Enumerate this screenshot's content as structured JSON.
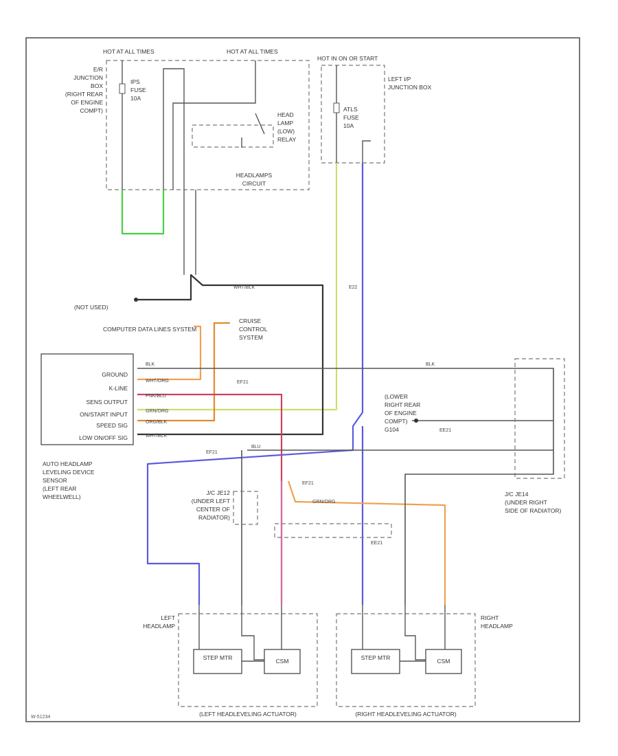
{
  "colors": {
    "black": "#333333",
    "gray": "#555555",
    "green": "#45d045",
    "yellowgreen": "#c8e070",
    "blue": "#5a5ae0",
    "orange": "#f0a050",
    "orange_dark": "#e08a30",
    "red": "#d04060",
    "pink": "#d070a0",
    "purple": "#9050c0"
  },
  "power_sources": {
    "hot_at_all_times_1": "HOT AT ALL TIMES",
    "hot_at_all_times_2": "HOT AT ALL TIMES",
    "hot_in_on": "HOT IN ON OR START"
  },
  "engine_box_label": [
    "E/R",
    "JUNCTION",
    "BOX",
    "(RIGHT REAR",
    "OF ENGINE",
    "COMPT)"
  ],
  "fuse_1": [
    "IPS",
    "FUSE",
    "10A"
  ],
  "relay_label": [
    "HEAD",
    "LAMP",
    "(LOW)",
    "RELAY"
  ],
  "headlamps_circuit": [
    "HEADLAMPS",
    "CIRCUIT"
  ],
  "left_ip_box": [
    "LEFT I/P",
    "JUNCTION BOX"
  ],
  "fuse_2": [
    "ATLS",
    "FUSE",
    "10A"
  ],
  "not_used": "(NOT USED)",
  "computer_data": "COMPUTER DATA LINES SYSTEM",
  "cruise_control": [
    "CRUISE",
    "CONTROL",
    "SYSTEM"
  ],
  "sensor_pins": [
    "GROUND",
    "K-LINE",
    "SENS OUTPUT",
    "ON/START INPUT",
    "SPEED SIG",
    "LOW ON/OFF SIG"
  ],
  "sensor_label": [
    "AUTO HEADLAMP",
    "LEVELING DEVICE",
    "SENSOR",
    "(LEFT REAR",
    "WHEELWELL)"
  ],
  "ground_label": [
    "(LOWER",
    "RIGHT REAR",
    "OF ENGINE",
    "COMPT)",
    "G104"
  ],
  "jb_left": [
    "J/C JE12",
    "(UNDER LEFT",
    "CENTER OF",
    "RADIATOR)"
  ],
  "jb_right": [
    "J/C JE14",
    "(UNDER RIGHT",
    "SIDE OF RADIATOR)"
  ],
  "left_headlamp": [
    "LEFT",
    "HEADLAMP"
  ],
  "right_headlamp": [
    "RIGHT",
    "HEADLAMP"
  ],
  "step_motor": "STEP MTR",
  "ctrl": "CSM",
  "left_actuator": "(LEFT HEADLEVELING ACTUATOR)",
  "right_actuator": "(RIGHT HEADLEVELING ACTUATOR)",
  "wire_codes": {
    "blk": "BLK",
    "wht_blk": "WHT/BLK",
    "wht_org": "WHT/ORG",
    "pnk": "PNK/BLU",
    "grn": "GRN/ORG",
    "org_blk": "ORG/BLK",
    "blu": "BLU",
    "grn_org": "GRN/ORG"
  },
  "connectors": [
    "EF21",
    "E22",
    "EE21",
    "EE21",
    "EF21",
    "EF21"
  ],
  "footer_code": "W-51234"
}
